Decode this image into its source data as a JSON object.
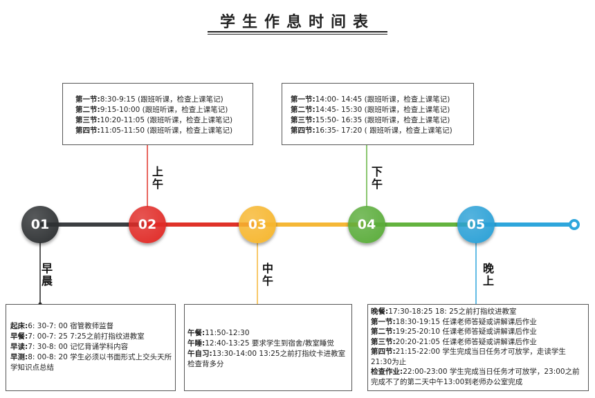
{
  "title": "学生作息时间表",
  "colors": {
    "n01": "#2d3032",
    "n02": "#e02a26",
    "n03": "#f6b62e",
    "n04": "#5aac3a",
    "n05": "#2aa0d6",
    "seg1": "#3b3e41",
    "seg2": "#e03228",
    "seg3": "#f5b736",
    "seg4": "#63b33e",
    "seg5": "#2ea6dc"
  },
  "nodes": [
    {
      "num": "01",
      "label": "早晨"
    },
    {
      "num": "02",
      "label": "上午"
    },
    {
      "num": "03",
      "label": "中午"
    },
    {
      "num": "04",
      "label": "下午"
    },
    {
      "num": "05",
      "label": "晚上"
    }
  ],
  "morning_box": [
    {
      "k": "起床:",
      "v": "6: 30-7: 00  宿管教师监督"
    },
    {
      "k": "早餐:",
      "v": "7: 00-7: 25  7:25之前打指纹进教室"
    },
    {
      "k": "早读:",
      "v": "7: 30-8: 00  记忆背诵学科内容"
    },
    {
      "k": "早测:",
      "v": "8: 00-8: 20  学生必须以书面形式上交头天所学知识点总结"
    }
  ],
  "am_box": [
    {
      "k": "第一节:",
      "v": "8:30-9:15  (跟班听课，检查上课笔记)"
    },
    {
      "k": "第二节:",
      "v": "9:15-10:00  (跟班听课，检查上课笔记)"
    },
    {
      "k": "第三节:",
      "v": "10:20-11:05  (跟班听课，检查上课笔记)"
    },
    {
      "k": "第四节:",
      "v": "11:05-11:50  (跟班听课，检查上课笔记)"
    }
  ],
  "noon_box": [
    {
      "k": "午餐:",
      "v": "11:50-12:30"
    },
    {
      "k": "午睡:",
      "v": "12:40-13:25  要求学生到宿舍/教室睡觉"
    },
    {
      "k": "午自习:",
      "v": "13:30-14:00  13:25之前打指纹卡进教室检查背多分"
    }
  ],
  "pm_box": [
    {
      "k": "第一节:",
      "v": "14:00- 14:45  (跟班听课，检查上课笔记)"
    },
    {
      "k": "第二节:",
      "v": "14:45- 15:30  (跟班听课，检查上课笔记)"
    },
    {
      "k": "第三节:",
      "v": "15:50- 16:35  (跟班听课，检查上课笔记)"
    },
    {
      "k": "第四节:",
      "v": "16:35- 17:20  ( 跟班听课，检查上课笔记)"
    }
  ],
  "evening_box": [
    {
      "k": "晚餐:",
      "v": "17:30-18:25  18: 25之前打指纹进教室"
    },
    {
      "k": "第一节:",
      "v": "18:30-19:15  任课老师答疑或讲解课后作业"
    },
    {
      "k": "第二节:",
      "v": "19:25-20:10  任课老师答疑或讲解课后作业"
    },
    {
      "k": "第三节:",
      "v": "20:20-21:05  任课老师答疑或讲解课后作业"
    },
    {
      "k": "第四节:",
      "v": "21:15-22:00  学生完成当日任务才可放学，走读学生21:30为止"
    },
    {
      "k": "检查作业:",
      "v": "22:00-23:00  学生完成当日任务才可放学，23:00之前完成不了的第二天中午13:00到老师办公室完成"
    }
  ]
}
